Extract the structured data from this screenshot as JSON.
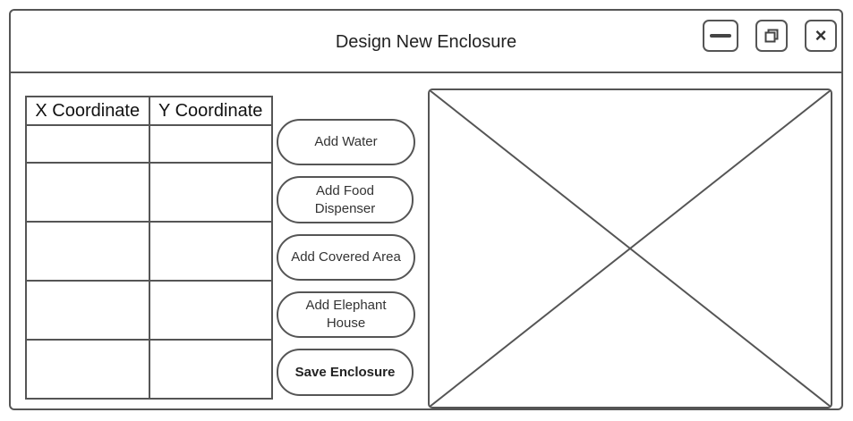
{
  "window": {
    "title": "Design New Enclosure",
    "controls": [
      "minimize-icon",
      "restore-icon",
      "close-icon"
    ],
    "close_glyph": "×"
  },
  "table": {
    "headers": [
      "X Coordinate",
      "Y Coordinate"
    ],
    "rows": [
      [
        "",
        ""
      ],
      [
        "",
        ""
      ],
      [
        "",
        ""
      ],
      [
        "",
        ""
      ],
      [
        "",
        ""
      ]
    ]
  },
  "actions": {
    "add_water": "Add Water",
    "add_food_line1": "Add Food",
    "add_food_line2": "Dispenser",
    "add_covered_area": "Add Covered Area",
    "add_elephant_line1": "Add Elephant",
    "add_elephant_line2": "House",
    "save_enclosure": "Save Enclosure"
  },
  "preview": {
    "placeholder": "image-placeholder"
  },
  "colors": {
    "border": "#555555",
    "background": "#ffffff",
    "text": "#222222"
  }
}
